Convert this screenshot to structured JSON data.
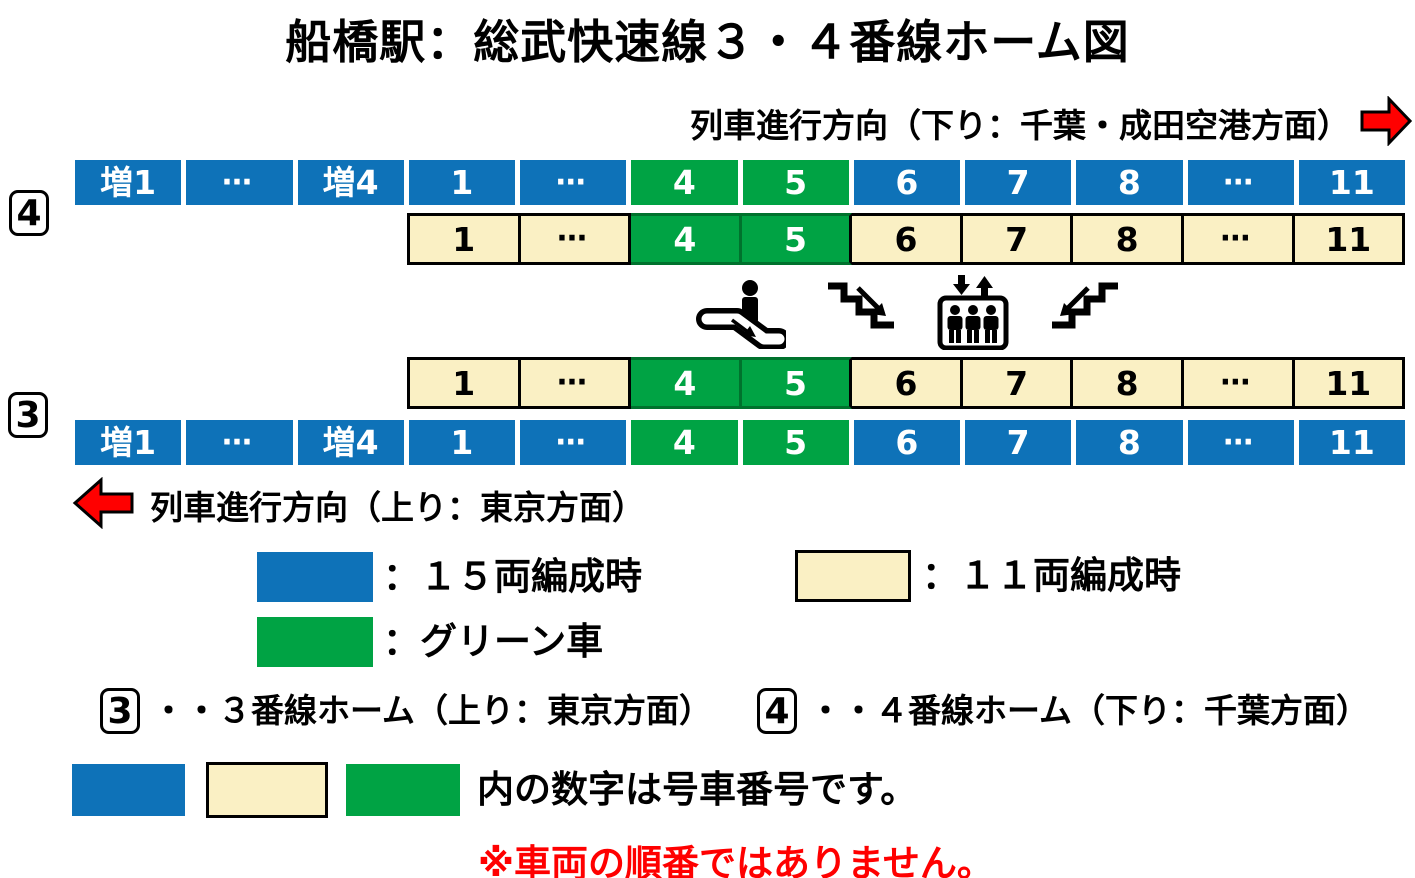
{
  "title": "船橋駅：総武快速線３・４番線ホーム図",
  "colors": {
    "blue": "#0E72B8",
    "cream": "#FAF0C4",
    "green": "#00A344",
    "green_border": "#00722D",
    "arrow_red": "#FF0000"
  },
  "directions": {
    "down": "列車進行方向（下り：千葉・成田空港方面）",
    "up": "列車進行方向（上り：東京方面）"
  },
  "platforms": {
    "p4_badge": "4",
    "p3_badge": "3"
  },
  "rows": {
    "cars15": [
      "増1",
      "⋯",
      "増4",
      "1",
      "⋯",
      "4",
      "5",
      "6",
      "7",
      "8",
      "⋯",
      "11"
    ],
    "cars15_green_indices": [
      5,
      6
    ],
    "cars11": [
      "1",
      "⋯",
      "4",
      "5",
      "6",
      "7",
      "8",
      "⋯",
      "11"
    ],
    "cars11_green_indices": [
      2,
      3
    ]
  },
  "facility_icons": [
    "escalator",
    "stairs-down",
    "elevator",
    "stairs-up"
  ],
  "legend": {
    "fifteen": "：１５両編成時",
    "eleven": "：１１両編成時",
    "green_car": "：グリーン車"
  },
  "platform_notes": {
    "p3_badge": "3",
    "p3_label": "・・３番線ホーム（上り：東京方面）",
    "p4_badge": "4",
    "p4_label": "・・４番線ホーム（下り：千葉方面）"
  },
  "car_number_note": "内の数字は号車番号です。",
  "warning": "※車両の順番ではありません。"
}
